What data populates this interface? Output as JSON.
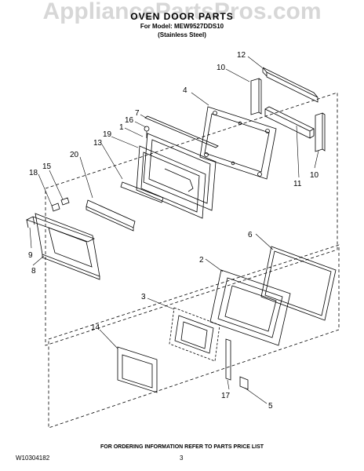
{
  "watermark": "AppliancePartsPros.com",
  "header": {
    "title": "OVEN DOOR PARTS",
    "model_line": "For Model: MEW9527DDS10",
    "finish_line": "(Stainless Steel)"
  },
  "callouts": [
    "12",
    "10",
    "4",
    "7",
    "16",
    "1",
    "19",
    "13",
    "20",
    "18",
    "15",
    "9",
    "8",
    "11",
    "10",
    "6",
    "2",
    "3",
    "14",
    "17",
    "5"
  ],
  "footer": {
    "ordering": "FOR ORDERING INFORMATION REFER TO PARTS PRICE LIST",
    "doc_number": "W10304182",
    "page_number": "3"
  },
  "colors": {
    "line": "#000000",
    "watermark": "#969696"
  }
}
